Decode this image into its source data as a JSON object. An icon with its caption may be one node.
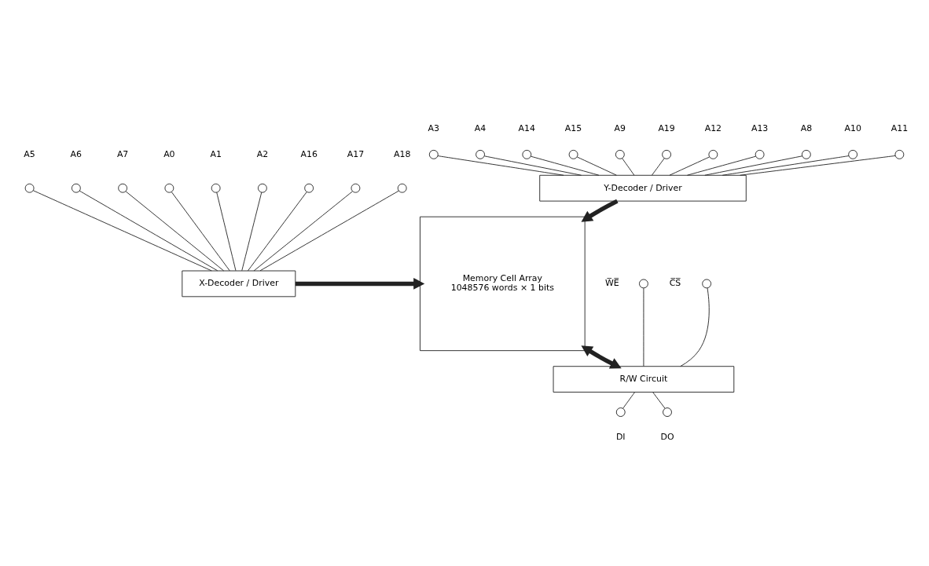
{
  "diagram": {
    "nodes": [
      {
        "text": [],
        "shape": "circle",
        "beside": [
          "A3"
        ]
      },
      {
        "text": [],
        "shape": "circle",
        "beside": [
          "A4"
        ]
      },
      {
        "text": [],
        "shape": "circle",
        "beside": [
          "A14"
        ]
      },
      {
        "text": [],
        "shape": "circle",
        "beside": [
          "A15"
        ]
      },
      {
        "text": [],
        "shape": "circle",
        "beside": [
          "A9"
        ]
      },
      {
        "text": [],
        "shape": "circle",
        "beside": [
          "A19"
        ]
      },
      {
        "text": [],
        "shape": "circle",
        "beside": [
          "A12"
        ]
      },
      {
        "text": [],
        "shape": "circle",
        "beside": [
          "A13"
        ]
      },
      {
        "text": [],
        "shape": "circle",
        "beside": [
          "A8"
        ]
      },
      {
        "text": [],
        "shape": "circle",
        "beside": [
          "A10"
        ]
      },
      {
        "text": [],
        "shape": "circle",
        "beside": [
          "A11"
        ]
      },
      {
        "text": [
          "Y-Decoder / Driver"
        ]
      },
      {
        "text": [],
        "shape": "circle",
        "beside": [
          "A5"
        ]
      },
      {
        "text": [],
        "shape": "circle",
        "beside": [
          "A6"
        ]
      },
      {
        "text": [],
        "shape": "circle",
        "beside": [
          "A7"
        ]
      },
      {
        "text": [],
        "shape": "circle",
        "beside": [
          "A0"
        ]
      },
      {
        "text": [],
        "shape": "circle",
        "beside": [
          "A1"
        ]
      },
      {
        "text": [],
        "shape": "circle",
        "beside": [
          "A2"
        ]
      },
      {
        "text": [],
        "shape": "circle",
        "beside": [
          "A16"
        ]
      },
      {
        "text": [],
        "shape": "circle",
        "beside": [
          "A17"
        ]
      },
      {
        "text": [],
        "shape": "circle",
        "beside": [
          "A18"
        ]
      },
      {
        "text": [
          "X-Decoder / Driver"
        ]
      },
      {
        "text": [
          "Memory Cell Array",
          "1048576 words × 1 bits"
        ]
      },
      {
        "text": [],
        "shape": "circle",
        "beside": [
          "W̅E̅"
        ]
      },
      {
        "text": [],
        "shape": "circle",
        "beside": [
          "C̅S̅"
        ]
      },
      {
        "text": [
          "R/W Circuit"
        ]
      },
      {
        "text": [],
        "shape": "circle",
        "beside": [
          "DI"
        ]
      },
      {
        "text": [],
        "shape": "circle",
        "beside": [
          "DO"
        ]
      }
    ],
    "edges": [
      {
        "from": 0,
        "to": 11,
        "arrow": "none"
      },
      {
        "from": 1,
        "to": 11,
        "arrow": "none"
      },
      {
        "from": 2,
        "to": 11,
        "arrow": "none"
      },
      {
        "from": 3,
        "to": 11,
        "arrow": "none"
      },
      {
        "from": 4,
        "to": 11,
        "arrow": "none"
      },
      {
        "from": 5,
        "to": 11,
        "arrow": "none"
      },
      {
        "from": 6,
        "to": 11,
        "arrow": "none"
      },
      {
        "from": 7,
        "to": 11,
        "arrow": "none"
      },
      {
        "from": 8,
        "to": 11,
        "arrow": "none"
      },
      {
        "from": 9,
        "to": 11,
        "arrow": "none"
      },
      {
        "from": 10,
        "to": 11,
        "arrow": "none"
      },
      {
        "from": 11,
        "to": 22,
        "arrow": "to",
        "style": "thick"
      },
      {
        "from": 12,
        "to": 21,
        "arrow": "none"
      },
      {
        "from": 13,
        "to": 21,
        "arrow": "none"
      },
      {
        "from": 14,
        "to": 21,
        "arrow": "none"
      },
      {
        "from": 15,
        "to": 21,
        "arrow": "none"
      },
      {
        "from": 16,
        "to": 21,
        "arrow": "none"
      },
      {
        "from": 17,
        "to": 21,
        "arrow": "none"
      },
      {
        "from": 18,
        "to": 21,
        "arrow": "none"
      },
      {
        "from": 19,
        "to": 21,
        "arrow": "none"
      },
      {
        "from": 20,
        "to": 21,
        "arrow": "none"
      },
      {
        "from": 21,
        "to": 22,
        "arrow": "to",
        "style": "thick"
      },
      {
        "from": 22,
        "to": 25,
        "arrow": "both",
        "style": "thick"
      },
      {
        "from": 23,
        "to": 25,
        "arrow": "none"
      },
      {
        "from": 24,
        "to": 25,
        "arrow": "none"
      },
      {
        "from": 25,
        "to": 26,
        "arrow": "none"
      },
      {
        "from": 25,
        "to": 27,
        "arrow": "none"
      }
    ]
  }
}
